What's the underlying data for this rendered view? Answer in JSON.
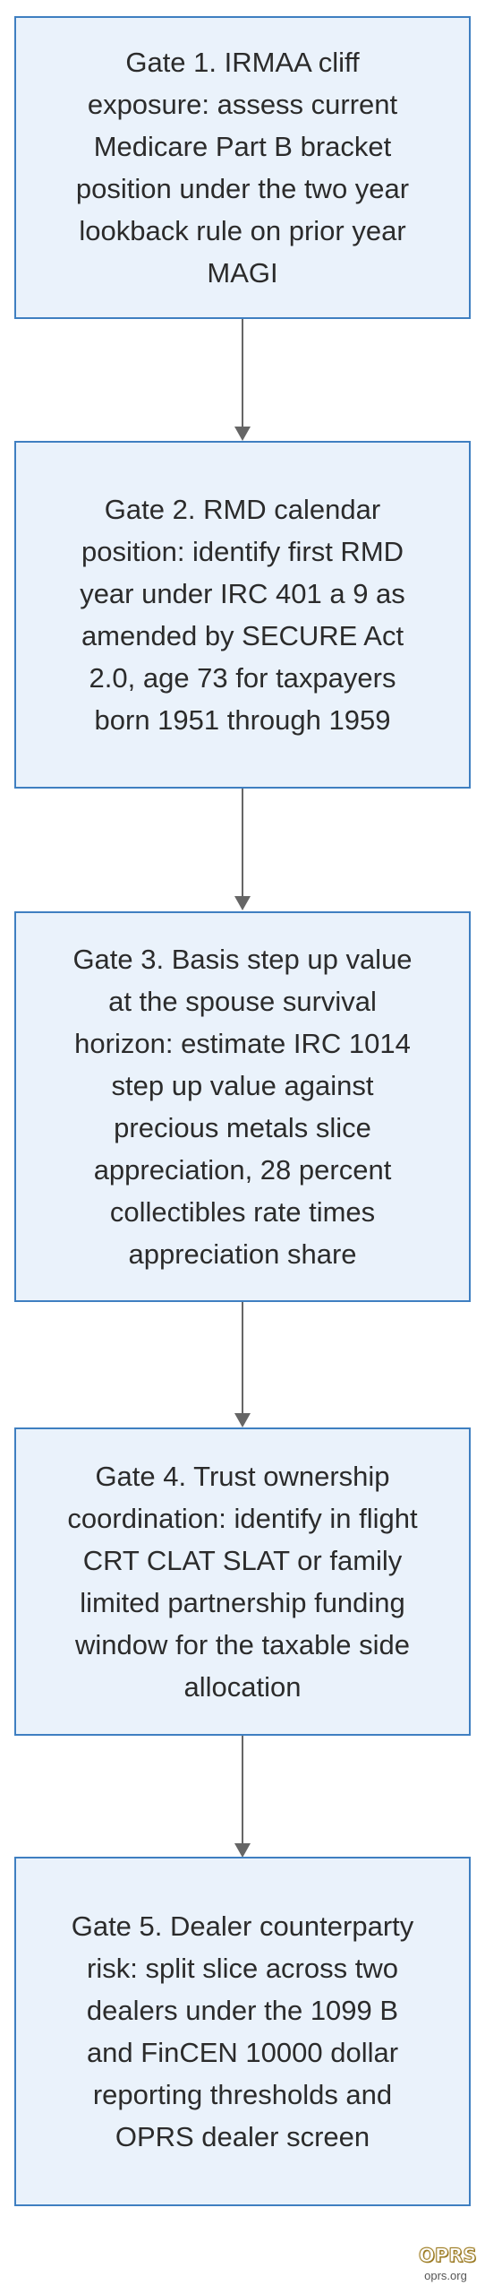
{
  "gates": [
    {
      "text": "Gate 1. IRMAA cliff exposure: assess current Medicare Part B bracket position under the two year lookback rule on prior year MAGI"
    },
    {
      "text": "Gate 2. RMD calendar position: identify first RMD year under IRC 401 a 9 as amended by SECURE Act 2.0, age 73 for taxpayers born 1951 through 1959"
    },
    {
      "text": "Gate 3. Basis step up value at the spouse survival horizon: estimate IRC 1014 step up value against precious metals slice appreciation, 28 percent collectibles rate times appreciation share"
    },
    {
      "text": "Gate 4. Trust ownership coordination: identify in flight CRT CLAT SLAT or family limited partnership funding window for the taxable side allocation"
    },
    {
      "text": "Gate 5. Dealer counterparty risk: split slice across two dealers under the 1099 B and FinCEN 10000 dollar reporting thresholds and OPRS dealer screen"
    }
  ],
  "logo": {
    "badge": "OPRS",
    "site": "oprs.org"
  },
  "colors": {
    "box_fill": "#eaf2fb",
    "box_border": "#3f7fc1",
    "connector": "#666666",
    "text": "#2b2b2b"
  }
}
